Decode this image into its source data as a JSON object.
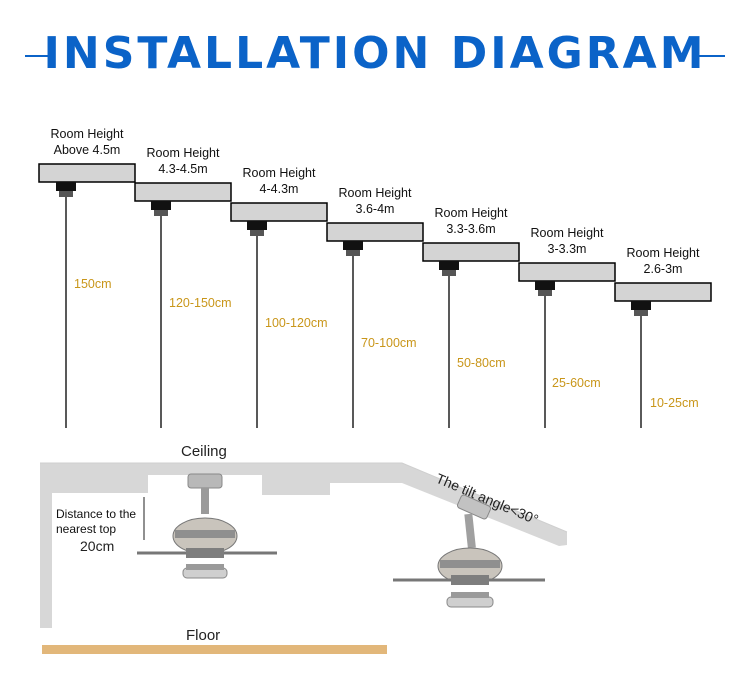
{
  "title": "INSTALLATION DIAGRAM",
  "colors": {
    "title": "#0b63c8",
    "distance_text": "#c9961a",
    "floor": "#e2b77a",
    "ceiling_grey": "#d4d4d4"
  },
  "steps": [
    {
      "line1": "Room Height",
      "line2": "Above 4.5m",
      "distance": "150cm"
    },
    {
      "line1": "Room Height",
      "line2": "4.3-4.5m",
      "distance": "120-150cm"
    },
    {
      "line1": "Room Height",
      "line2": "4-4.3m",
      "distance": "100-120cm"
    },
    {
      "line1": "Room Height",
      "line2": "3.6-4m",
      "distance": "70-100cm"
    },
    {
      "line1": "Room Height",
      "line2": "3.3-3.6m",
      "distance": "50-80cm"
    },
    {
      "line1": "Room Height",
      "line2": "3-3.3m",
      "distance": "25-60cm"
    },
    {
      "line1": "Room Height",
      "line2": "2.6-3m",
      "distance": "10-25cm"
    }
  ],
  "room": {
    "ceiling": "Ceiling",
    "floor": "Floor",
    "distance_line1": "Distance to the",
    "distance_line2": "nearest top",
    "distance_value": "20cm",
    "tilt": "The tilt angle<30°"
  }
}
